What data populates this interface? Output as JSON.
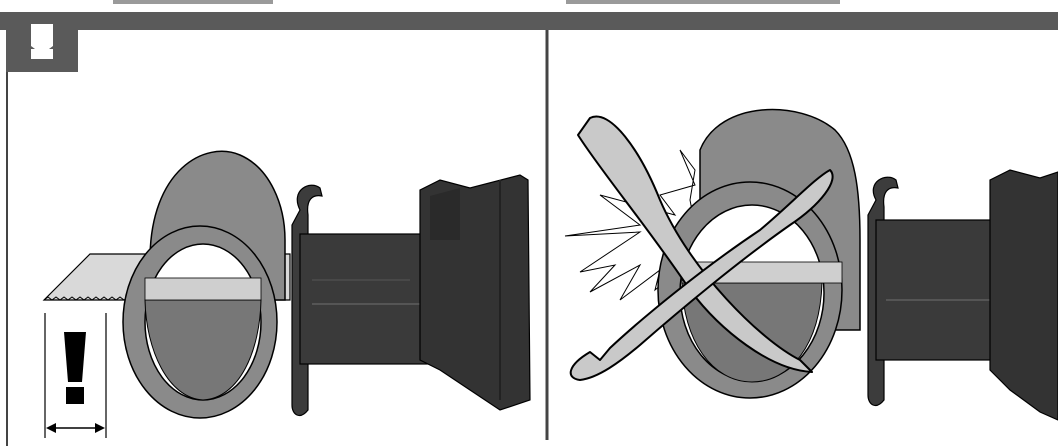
{
  "header": {
    "badge_symbol": "!",
    "badge_icon": "warning-exclamation-icon",
    "bar_color": "#5a5a5a"
  },
  "panels": [
    {
      "id": "correct",
      "description_icon": "saw-blade-protruding-past-pipe",
      "marker_symbol": "!",
      "marker_icon": "exclamation-icon",
      "dimension_icon": "double-arrow-icon"
    },
    {
      "id": "incorrect",
      "description_icon": "saw-blade-too-short-impact",
      "cross_icon": "cross-mark-icon",
      "impact_icon": "impact-burst-icon"
    }
  ],
  "colors": {
    "pipe": "#8a8a8a",
    "pipe_dark": "#6f6f6f",
    "saw_body": "#3c3c3c",
    "saw_shade": "#2a2a2a",
    "blade": "#d9d9d9",
    "outline": "#000000"
  }
}
